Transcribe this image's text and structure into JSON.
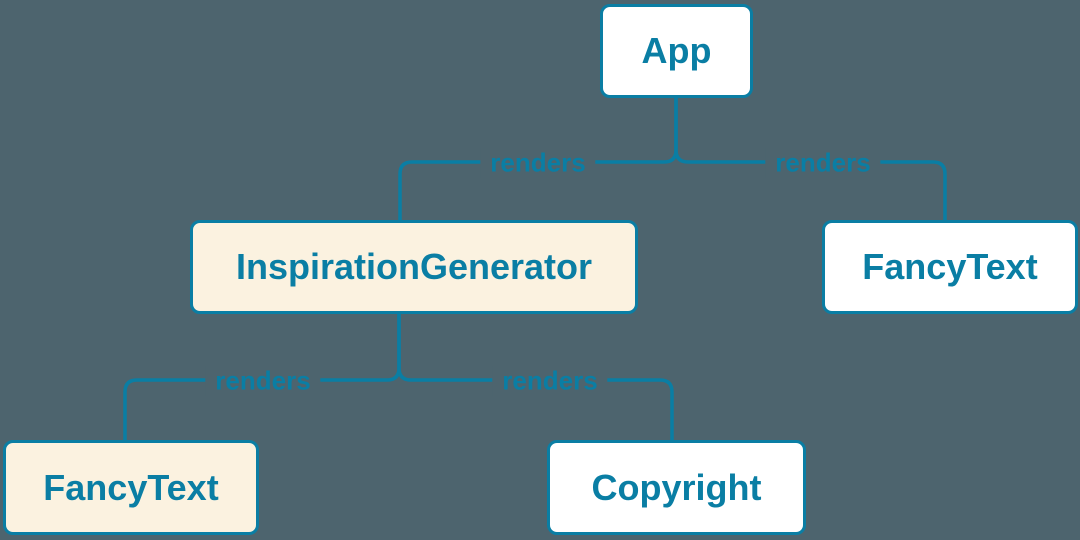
{
  "colors": {
    "background": "#4d646e",
    "accent": "#0a7ea4",
    "cream_node": "#fbf2e0",
    "white_node": "#ffffff"
  },
  "diagram": {
    "type": "component-render-tree",
    "nodes": [
      {
        "id": "app",
        "label": "App",
        "variant": "white"
      },
      {
        "id": "inspiration-generator",
        "label": "InspirationGenerator",
        "variant": "cream"
      },
      {
        "id": "fancy-text-top",
        "label": "FancyText",
        "variant": "white"
      },
      {
        "id": "fancy-text-bottom",
        "label": "FancyText",
        "variant": "cream"
      },
      {
        "id": "copyright",
        "label": "Copyright",
        "variant": "white"
      }
    ],
    "edges": [
      {
        "from": "App",
        "to": "InspirationGenerator",
        "label": "renders"
      },
      {
        "from": "App",
        "to": "FancyText",
        "label": "renders"
      },
      {
        "from": "InspirationGenerator",
        "to": "FancyText",
        "label": "renders"
      },
      {
        "from": "InspirationGenerator",
        "to": "Copyright",
        "label": "renders"
      }
    ]
  }
}
